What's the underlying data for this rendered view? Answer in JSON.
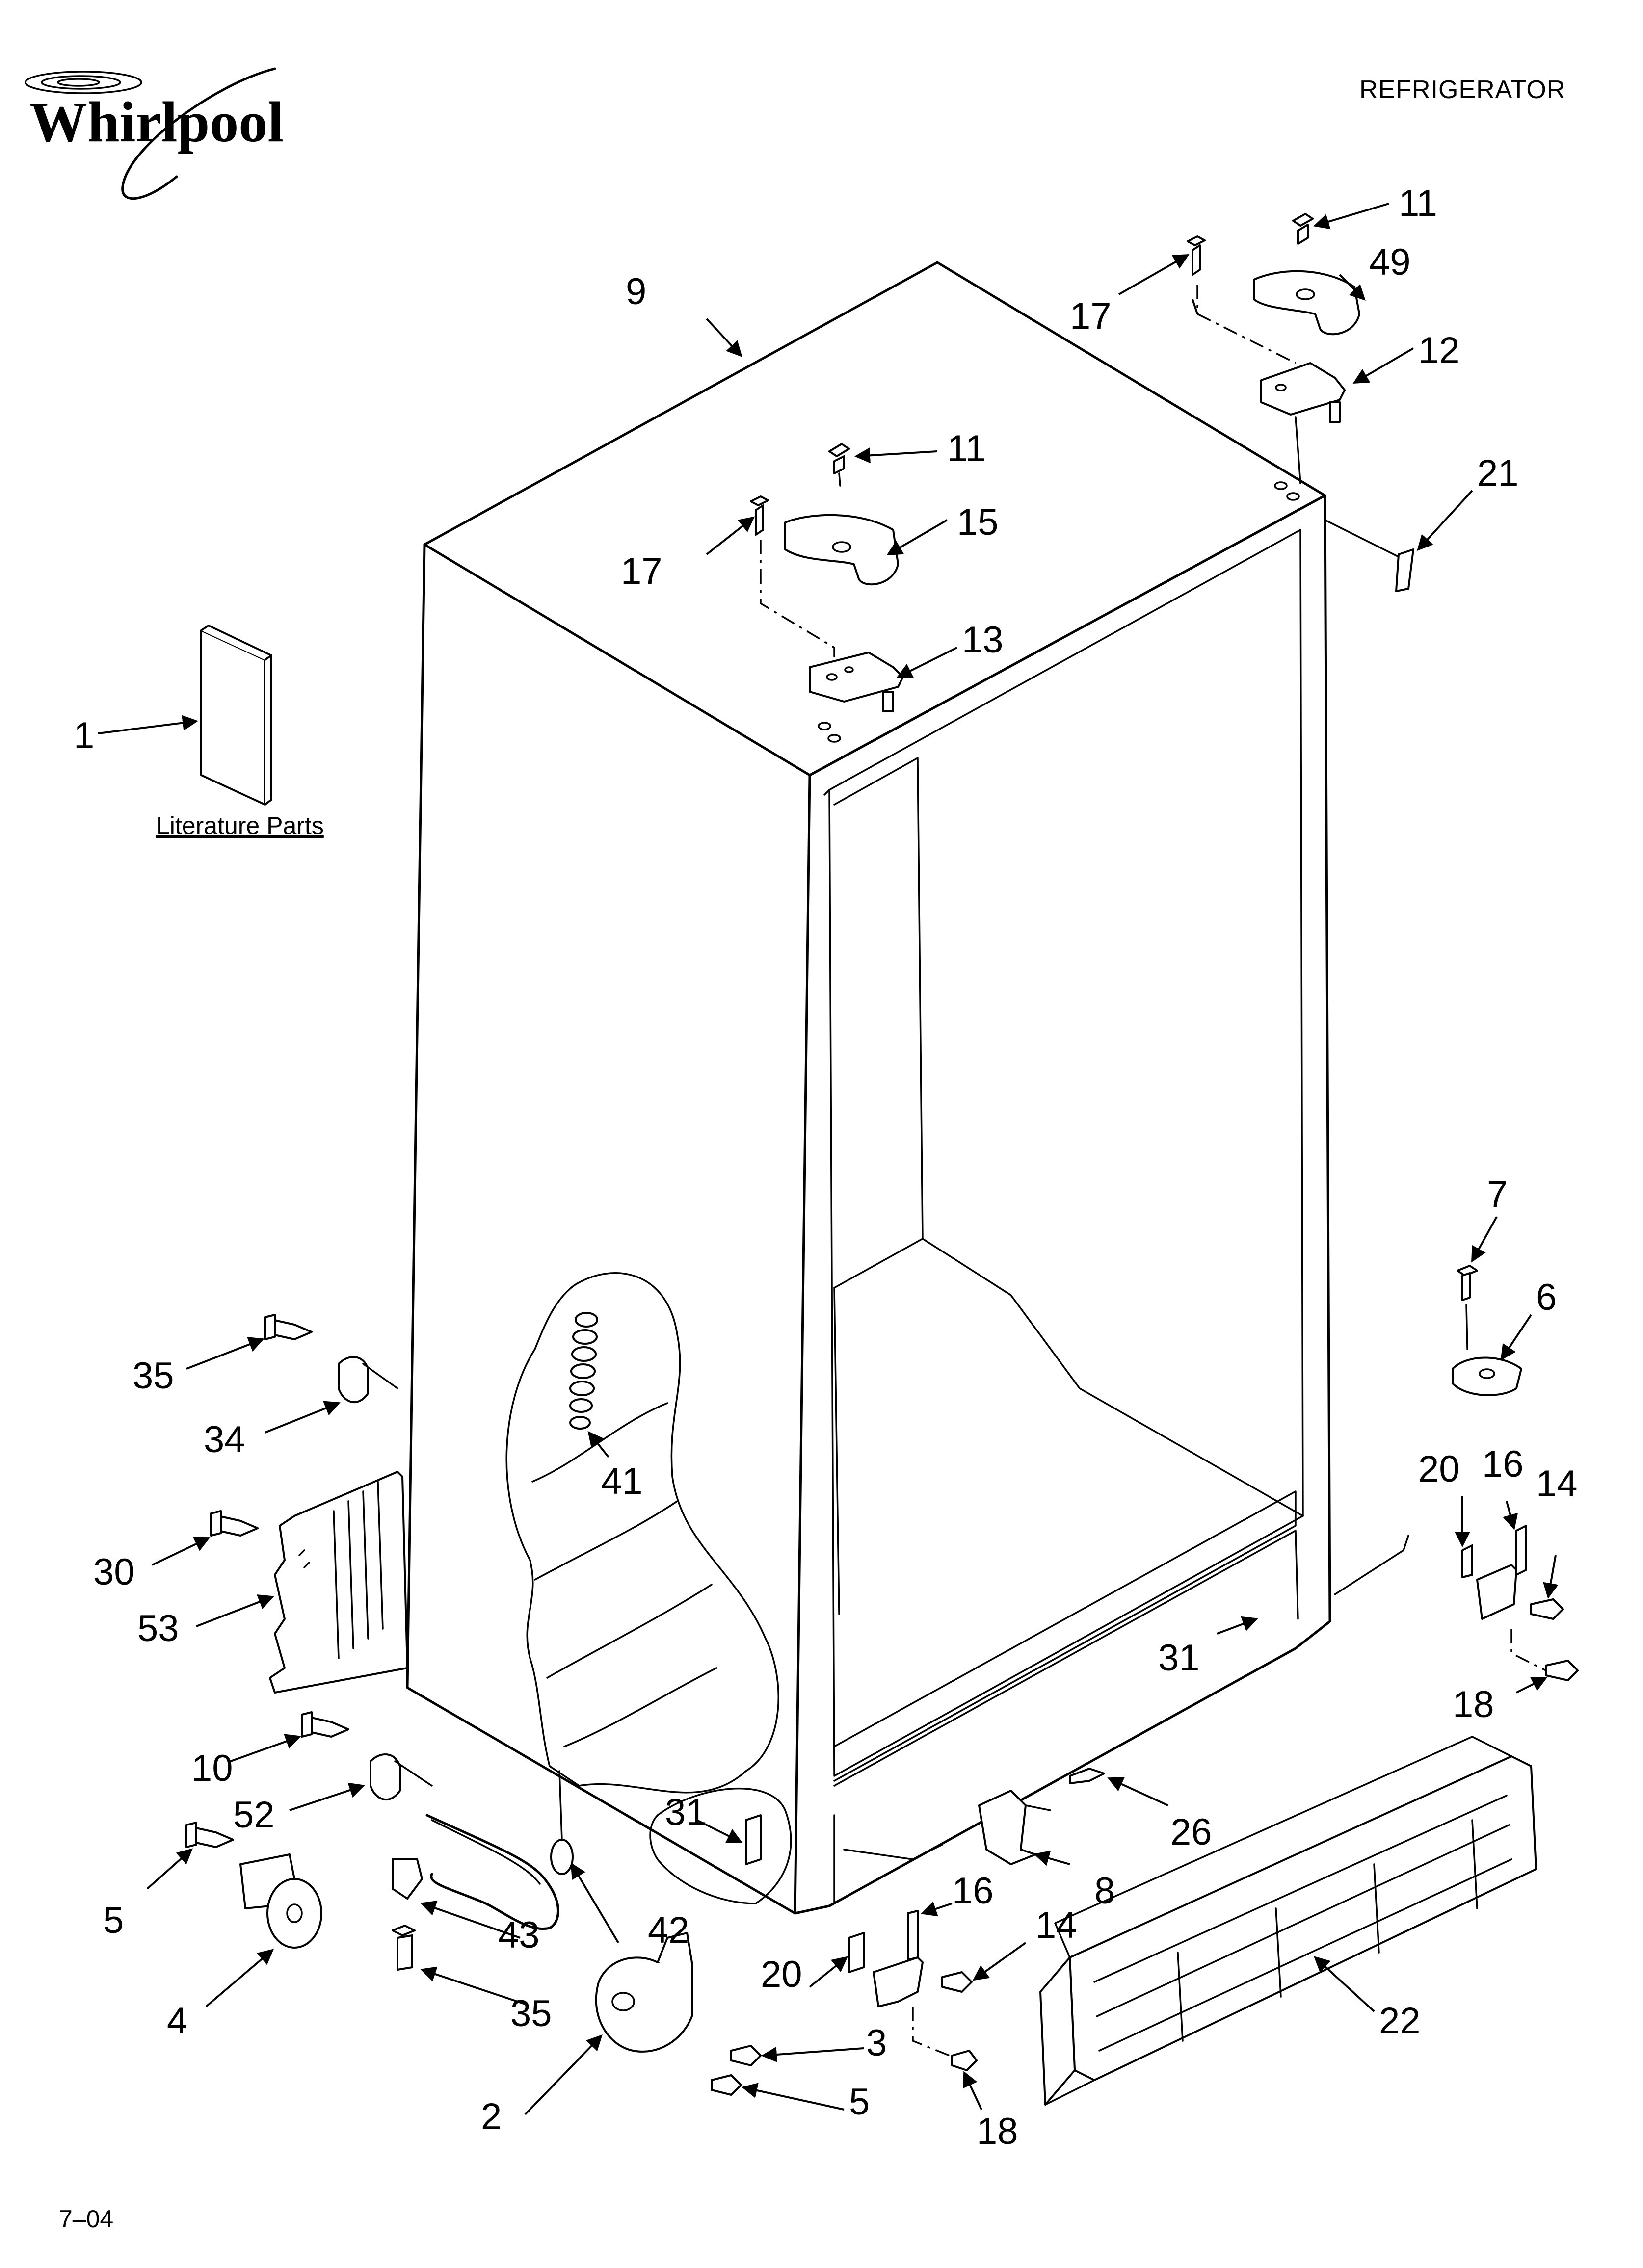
{
  "header": {
    "brand": "Whirlpool",
    "section_title": "REFRIGERATOR"
  },
  "literature": {
    "label": "Literature Parts"
  },
  "footer": {
    "code": "7–04"
  },
  "callouts": {
    "c1": "1",
    "c2": "2",
    "c3": "3",
    "c4": "4",
    "c5a": "5",
    "c5b": "5",
    "c6": "6",
    "c7": "7",
    "c8": "8",
    "c9": "9",
    "c10": "10",
    "c11a": "11",
    "c11b": "11",
    "c12": "12",
    "c13": "13",
    "c14a": "14",
    "c14b": "14",
    "c15": "15",
    "c16a": "16",
    "c16b": "16",
    "c17a": "17",
    "c17b": "17",
    "c18a": "18",
    "c18b": "18",
    "c20a": "20",
    "c20b": "20",
    "c21": "21",
    "c22": "22",
    "c26": "26",
    "c30": "30",
    "c31a": "31",
    "c31b": "31",
    "c34": "34",
    "c35a": "35",
    "c35b": "35",
    "c41": "41",
    "c42": "42",
    "c43": "43",
    "c49": "49",
    "c52": "52",
    "c53": "53"
  }
}
